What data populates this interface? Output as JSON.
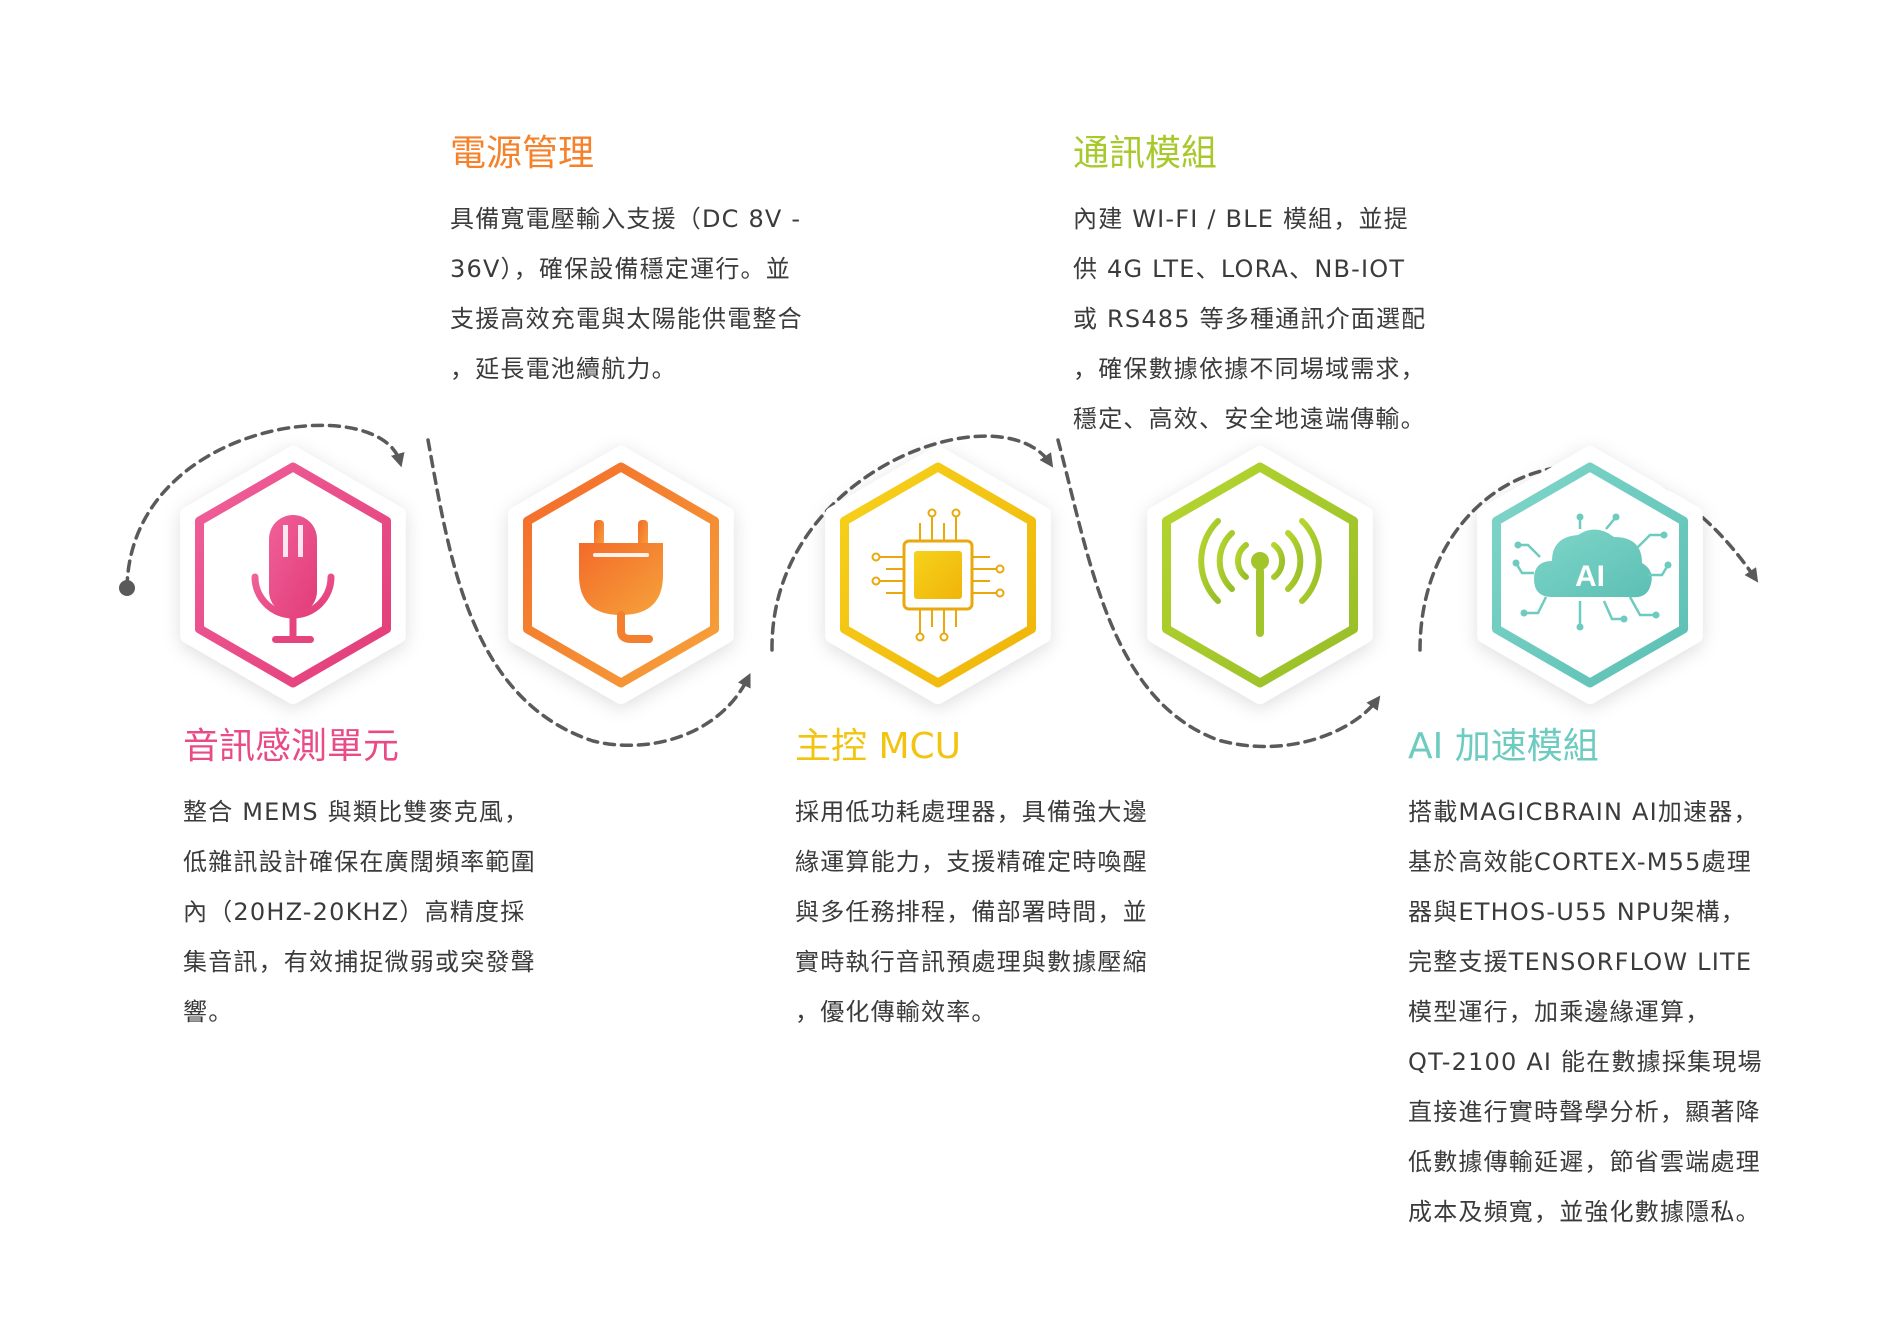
{
  "colors": {
    "audio": "#e94b86",
    "power": "#f5812a",
    "mcu": "#f2c40f",
    "comm": "#a8c92c",
    "ai": "#6dcbc0",
    "connector": "#5a5a5a",
    "body_text": "#3b3b3b"
  },
  "modules": [
    {
      "id": "audio",
      "icon": "microphone-icon",
      "title": "音訊感測單元",
      "body": [
        "整合 MEMS 與類比雙麥克風，",
        "低雜訊設計確保在廣闊頻率範圍",
        "內（20HZ-20KHZ）高精度採",
        "集音訊，有效捕捉微弱或突發聲",
        "響。"
      ]
    },
    {
      "id": "power",
      "icon": "power-plug-icon",
      "title": "電源管理",
      "body": [
        "具備寬電壓輸入支援（DC 8V -",
        "36V），確保設備穩定運行。並",
        "支援高效充電與太陽能供電整合",
        "，延長電池續航力。"
      ]
    },
    {
      "id": "mcu",
      "icon": "chip-icon",
      "title": "主控 MCU",
      "body": [
        "採用低功耗處理器，具備強大邊",
        "緣運算能力，支援精確定時喚醒",
        "與多任務排程，備部署時間，並",
        "實時執行音訊預處理與數據壓縮",
        "，優化傳輸效率。"
      ]
    },
    {
      "id": "comm",
      "icon": "antenna-signal-icon",
      "title": "通訊模組",
      "body": [
        "內建 WI-FI / BLE 模組，並提",
        "供 4G LTE、LORA、NB-IOT",
        "或 RS485 等多種通訊介面選配",
        "，確保數據依據不同場域需求，",
        "穩定、高效、安全地遠端傳輸。"
      ]
    },
    {
      "id": "ai",
      "icon": "ai-brain-icon",
      "icon_label": "AI",
      "title": "AI 加速模組",
      "body": [
        "搭載MAGICBRAIN AI加速器，",
        "基於高效能CORTEX-M55處理",
        "器與ETHOS-U55 NPU架構，",
        "完整支援TENSORFLOW LITE",
        "模型運行，加乘邊緣運算，",
        "QT-2100 AI 能在數據採集現場",
        "直接進行實時聲學分析，顯著降",
        "低數據傳輸延遲，節省雲端處理",
        "成本及頻寬，並強化數據隱私。"
      ]
    }
  ]
}
